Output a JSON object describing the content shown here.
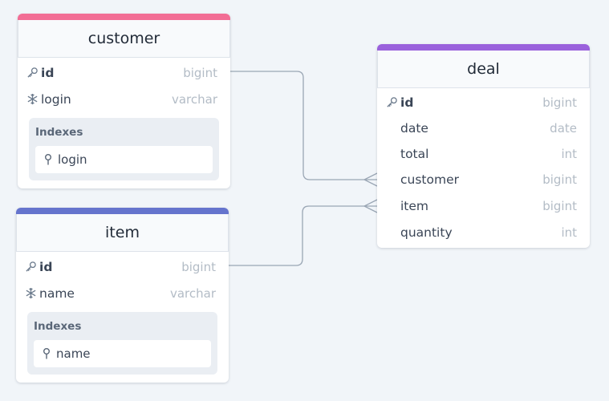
{
  "tables": {
    "customer": {
      "name": "customer",
      "color": "#f26d95",
      "fields": [
        {
          "name": "id",
          "type": "bigint",
          "icon": "key-icon"
        },
        {
          "name": "login",
          "type": "varchar",
          "icon": "snowflake-icon"
        }
      ],
      "indexes_label": "Indexes",
      "indexes": [
        "login"
      ]
    },
    "item": {
      "name": "item",
      "color": "#6574cd",
      "fields": [
        {
          "name": "id",
          "type": "bigint",
          "icon": "key-icon"
        },
        {
          "name": "name",
          "type": "varchar",
          "icon": "snowflake-icon"
        }
      ],
      "indexes_label": "Indexes",
      "indexes": [
        "name"
      ]
    },
    "deal": {
      "name": "deal",
      "color": "#9a61dc",
      "fields": [
        {
          "name": "id",
          "type": "bigint",
          "icon": "key-icon"
        },
        {
          "name": "date",
          "type": "date"
        },
        {
          "name": "total",
          "type": "int"
        },
        {
          "name": "customer",
          "type": "bigint"
        },
        {
          "name": "item",
          "type": "bigint"
        },
        {
          "name": "quantity",
          "type": "int"
        }
      ]
    }
  },
  "relations": [
    {
      "from": "customer.id",
      "to": "deal.customer",
      "cardinality": "one-to-many"
    },
    {
      "from": "item.id",
      "to": "deal.item",
      "cardinality": "one-to-many"
    }
  ],
  "colors": {
    "background": "#f1f5f9",
    "connector": "#9aa6b4"
  }
}
